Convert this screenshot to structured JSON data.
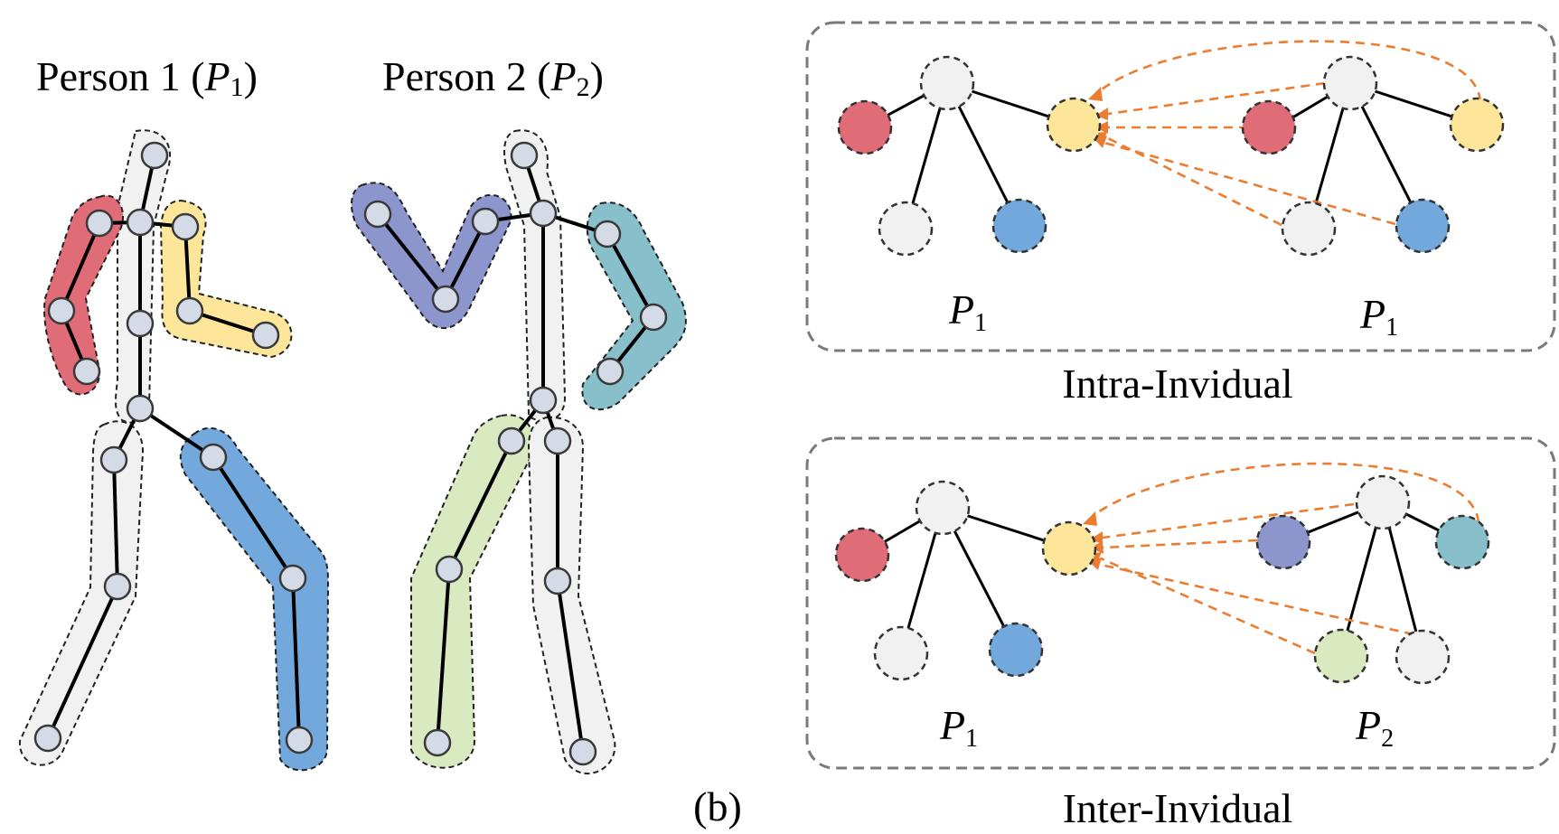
{
  "colors": {
    "red": "#e06c78",
    "yellow": "#fde69a",
    "blue": "#72a8dc",
    "purple": "#8c95cc",
    "teal": "#87bfcb",
    "green": "#d9e9c0",
    "gray": "#f1f1f1",
    "arrow": "#ec7c30",
    "joint": "#d5dbe6"
  },
  "person1": {
    "title": "Person 1 (",
    "sym": "P",
    "sub": "1",
    "close": ")"
  },
  "person2": {
    "title": "Person 2  (",
    "sym": "P",
    "sub": "2",
    "close": ")"
  },
  "intra": {
    "caption": "Intra-Invidual",
    "left": {
      "sym": "P",
      "sub": "1"
    },
    "right": {
      "sym": "P",
      "sub": "1"
    }
  },
  "inter": {
    "caption": "Inter-Invidual",
    "left": {
      "sym": "P",
      "sub": "1"
    },
    "right": {
      "sym": "P",
      "sub": "2"
    }
  },
  "figure_label": "(b)"
}
